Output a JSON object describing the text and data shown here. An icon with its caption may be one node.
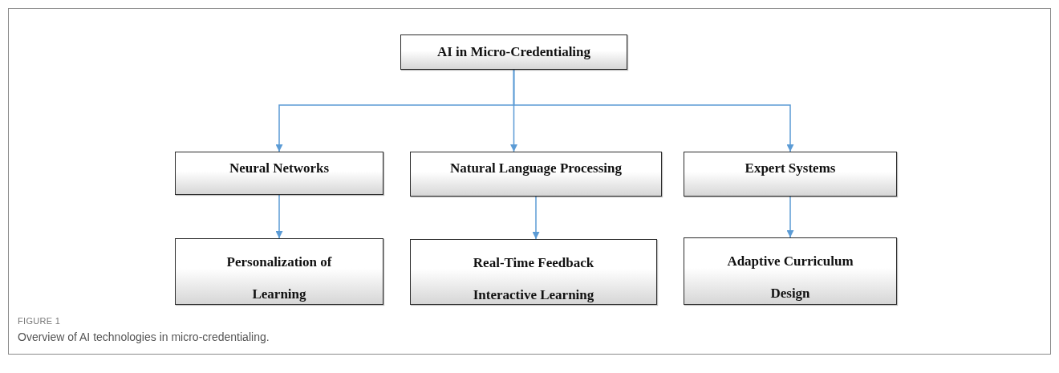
{
  "diagram": {
    "caption": "Overview of AI technologies in micro-credentialing.",
    "nodes": [
      {
        "text": [
          "AI in Micro-Credentialing"
        ]
      },
      {
        "text": [
          "Neural Networks"
        ]
      },
      {
        "text": [
          "Natural Language Processing"
        ]
      },
      {
        "text": [
          "Expert Systems"
        ]
      },
      {
        "text": [
          "Personalization of Learning"
        ]
      },
      {
        "text": [
          "Real-Time Feedback Interactive Learning"
        ]
      },
      {
        "text": [
          "Adaptive Curriculum Design"
        ]
      }
    ],
    "edges": [
      {
        "from": 0,
        "to": 1,
        "arrow": "to"
      },
      {
        "from": 0,
        "to": 2,
        "arrow": "to"
      },
      {
        "from": 0,
        "to": 3,
        "arrow": "to"
      },
      {
        "from": 1,
        "to": 4,
        "arrow": "to"
      },
      {
        "from": 2,
        "to": 5,
        "arrow": "to"
      },
      {
        "from": 3,
        "to": 6,
        "arrow": "to"
      }
    ],
    "labels": [
      "FIGURE 1"
    ]
  }
}
